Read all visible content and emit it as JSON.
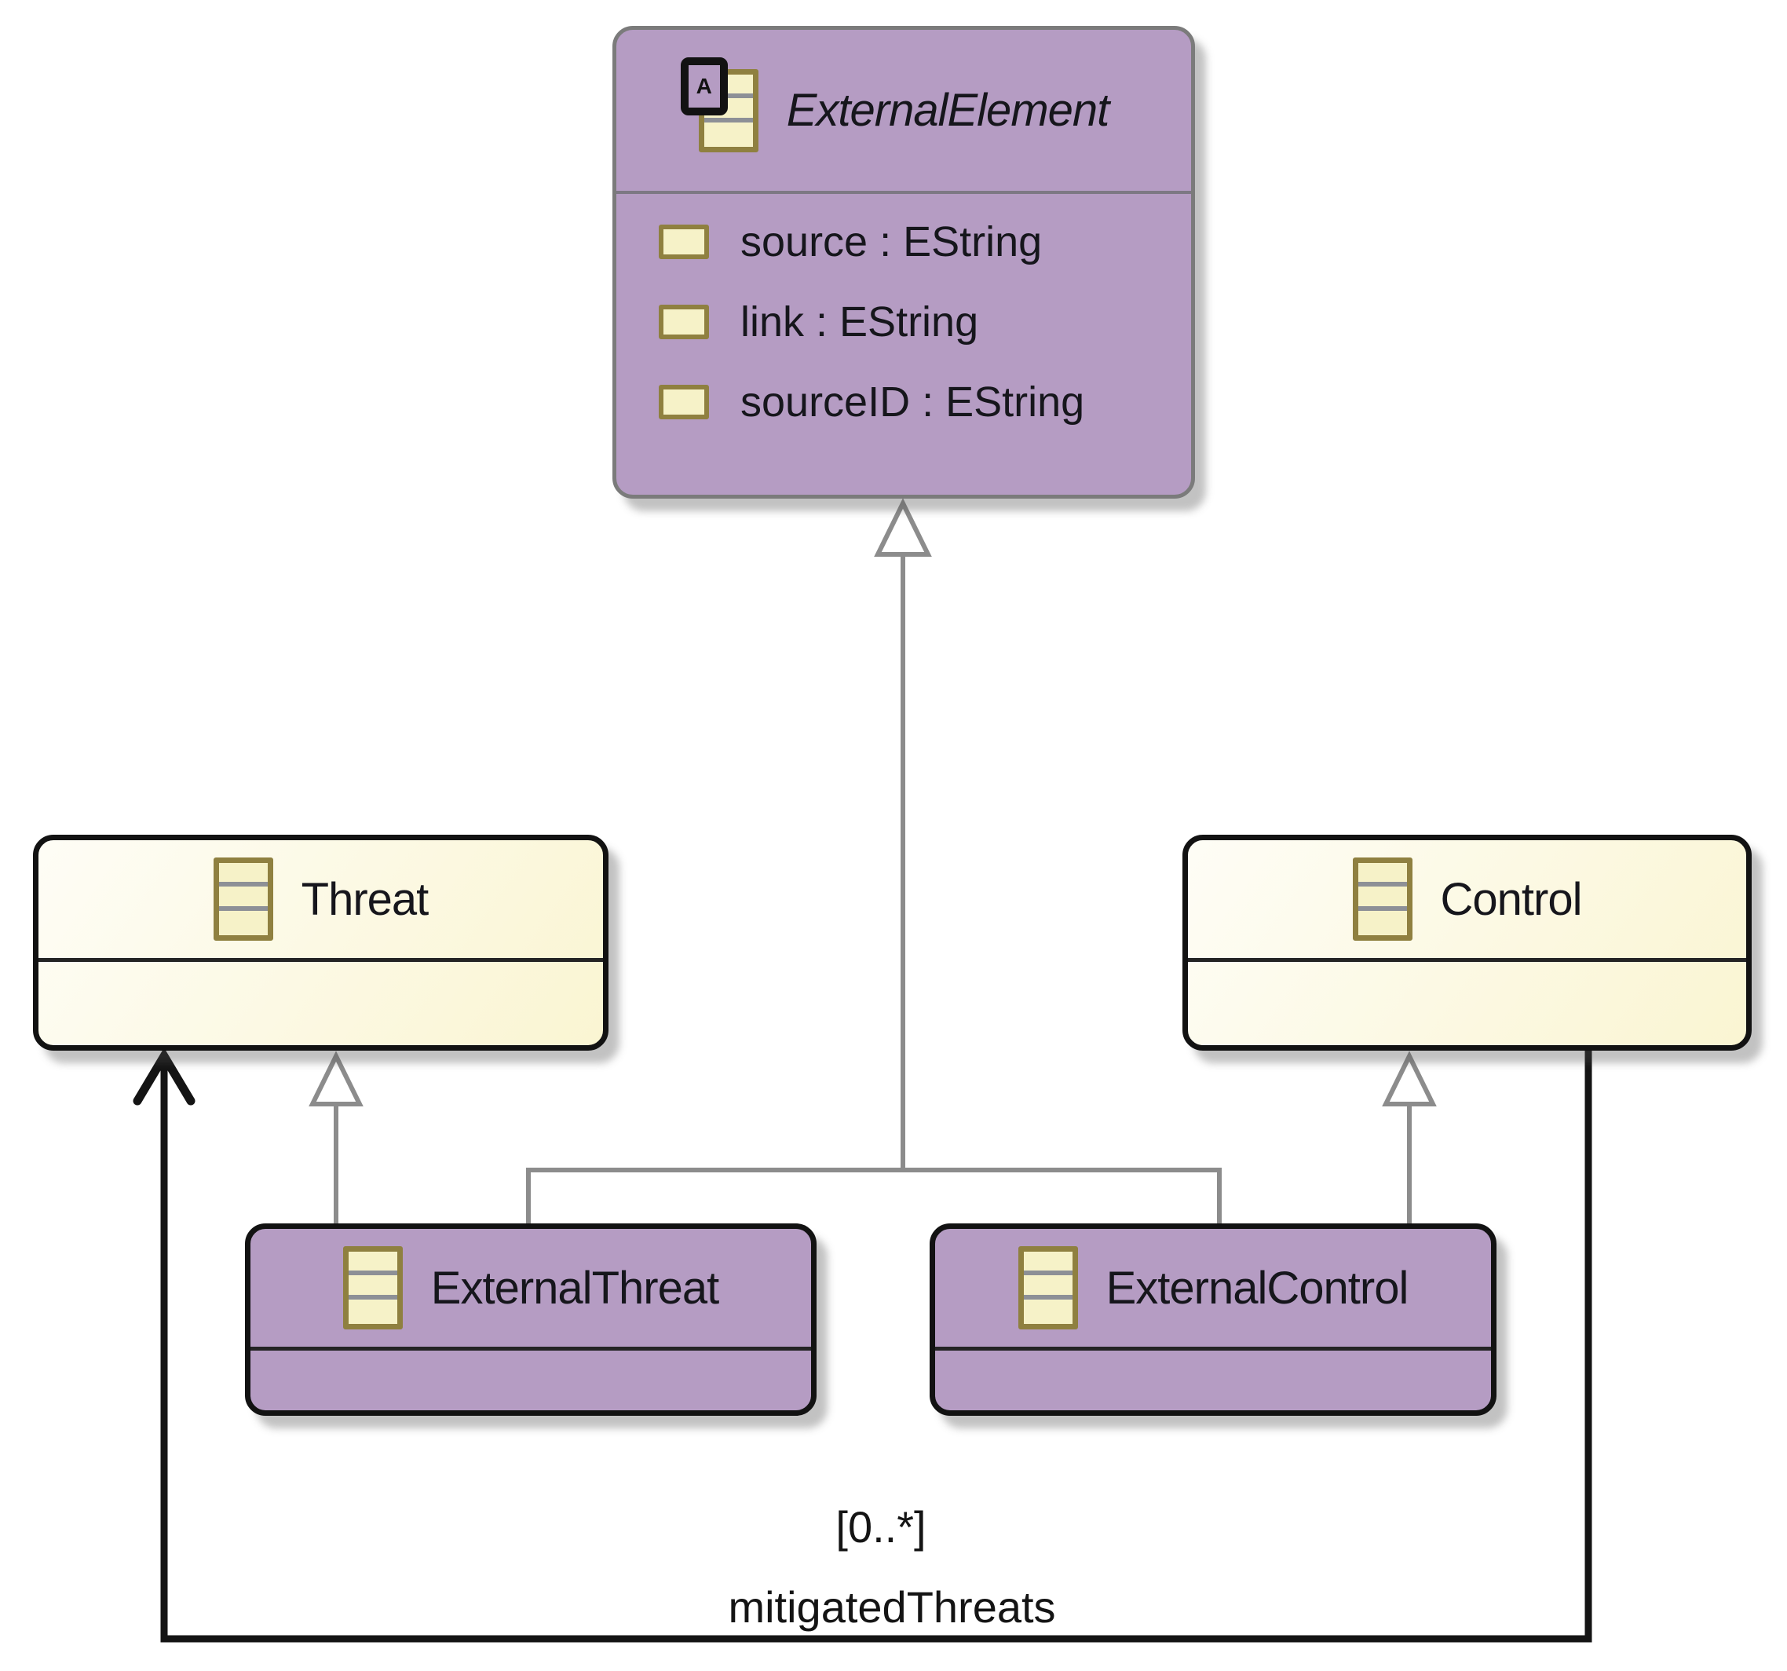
{
  "diagram": {
    "type": "uml-class-diagram",
    "classes": {
      "external_element": {
        "name": "ExternalElement",
        "abstract": true,
        "badge": "A",
        "attributes": [
          "source : EString",
          "link : EString",
          "sourceID : EString"
        ]
      },
      "threat": {
        "name": "Threat",
        "attributes": []
      },
      "control": {
        "name": "Control",
        "attributes": []
      },
      "external_threat": {
        "name": "ExternalThreat",
        "attributes": []
      },
      "external_control": {
        "name": "ExternalControl",
        "attributes": []
      }
    },
    "relations": {
      "generalizations": [
        "ExternalThreat -> ExternalElement",
        "ExternalControl -> ExternalElement",
        "ExternalThreat -> Threat",
        "ExternalControl -> Control"
      ],
      "association": {
        "from": "Control",
        "to": "Threat",
        "multiplicity": "[0..*]",
        "name": "mitigatedThreats"
      }
    },
    "colors": {
      "purple_fill": "#b59cc3",
      "yellow_fill": "#faf5d2",
      "icon_fill": "#f6f2c8",
      "icon_border": "#8f8040",
      "generalization_line": "#8c8c8c",
      "association_line": "#141414"
    }
  }
}
